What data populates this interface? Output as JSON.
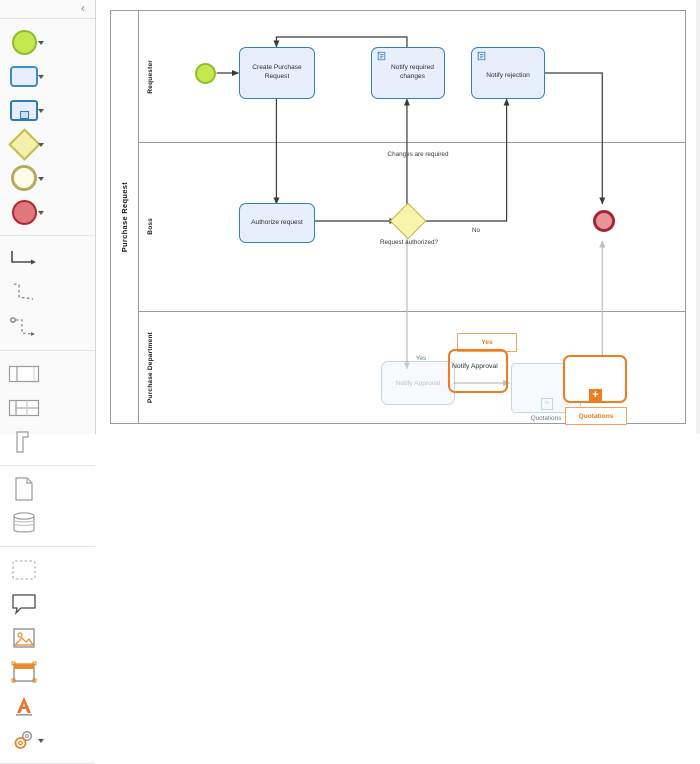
{
  "palette": {
    "collapse_icon": "chevron-left-icon",
    "groups": [
      {
        "name": "bpmn-events-activities",
        "items": [
          {
            "name": "start-event",
            "icon": "start-event-icon",
            "has_dropdown": true
          },
          {
            "name": "task",
            "icon": "task-icon",
            "has_dropdown": true
          },
          {
            "name": "subprocess",
            "icon": "subprocess-icon",
            "has_dropdown": true
          },
          {
            "name": "gateway",
            "icon": "gateway-diamond-icon",
            "has_dropdown": true
          },
          {
            "name": "intermediate-event",
            "icon": "intermediate-event-icon",
            "has_dropdown": true
          },
          {
            "name": "end-event",
            "icon": "end-event-icon",
            "has_dropdown": true
          }
        ]
      },
      {
        "name": "connectors",
        "items": [
          {
            "name": "sequence-flow",
            "icon": "orthogonal-connector-icon",
            "has_dropdown": false
          },
          {
            "name": "dashed-connector",
            "icon": "dashed-connector-icon",
            "has_dropdown": false
          },
          {
            "name": "association-flow",
            "icon": "association-connector-icon",
            "has_dropdown": false
          }
        ]
      },
      {
        "name": "pools-lanes",
        "items": [
          {
            "name": "pool",
            "icon": "pool-icon",
            "has_dropdown": false
          },
          {
            "name": "lane-grid",
            "icon": "lane-grid-icon",
            "has_dropdown": false
          },
          {
            "name": "annotation",
            "icon": "text-annotation-icon",
            "has_dropdown": false
          }
        ]
      },
      {
        "name": "data-objects",
        "items": [
          {
            "name": "data-object",
            "icon": "data-object-icon",
            "has_dropdown": false
          },
          {
            "name": "data-store",
            "icon": "data-store-icon",
            "has_dropdown": false
          }
        ]
      },
      {
        "name": "containers-media",
        "items": [
          {
            "name": "group",
            "icon": "dashed-group-icon",
            "has_dropdown": false
          },
          {
            "name": "callout",
            "icon": "callout-icon",
            "has_dropdown": false
          },
          {
            "name": "image",
            "icon": "image-icon",
            "has_dropdown": false
          },
          {
            "name": "container",
            "icon": "container-icon",
            "has_dropdown": false
          },
          {
            "name": "text",
            "icon": "text-letter-a-icon",
            "has_dropdown": false
          },
          {
            "name": "settings",
            "icon": "gears-icon",
            "has_dropdown": true
          }
        ]
      }
    ]
  },
  "diagram": {
    "pool": {
      "label": "Purchase Request"
    },
    "lanes": [
      {
        "id": "requester",
        "label": "Requester"
      },
      {
        "id": "boss",
        "label": "Boss"
      },
      {
        "id": "purchase_department",
        "label": "Purchase Department"
      }
    ],
    "nodes": {
      "start_event": {
        "type": "start-event",
        "label": ""
      },
      "create_purchase_request": {
        "type": "task",
        "label": "Create Purchase Request"
      },
      "notify_required_changes": {
        "type": "script-task",
        "label": "Notify required changes"
      },
      "notify_rejection": {
        "type": "script-task",
        "label": "Notify rejection"
      },
      "authorize_request": {
        "type": "task",
        "label": "Authorize request"
      },
      "gateway": {
        "type": "exclusive-gateway",
        "label": "Request authorized?"
      },
      "end_event": {
        "type": "end-event",
        "label": ""
      },
      "notify_approval_ghost": {
        "type": "task",
        "label": "Notify Approval"
      },
      "quotations_ghost": {
        "type": "subprocess",
        "label": "Quotations"
      }
    },
    "edge_labels": {
      "changes_required": "Changes are required",
      "no": "No",
      "yes_flow": "Yes"
    }
  },
  "drag": {
    "active": true,
    "accent_color": "#f07c20",
    "dragged_task_label": "Notify Approval",
    "dragged_task_tag": "Yes",
    "dragged_subprocess_tag": "Quotations",
    "plus_marker": "+"
  }
}
